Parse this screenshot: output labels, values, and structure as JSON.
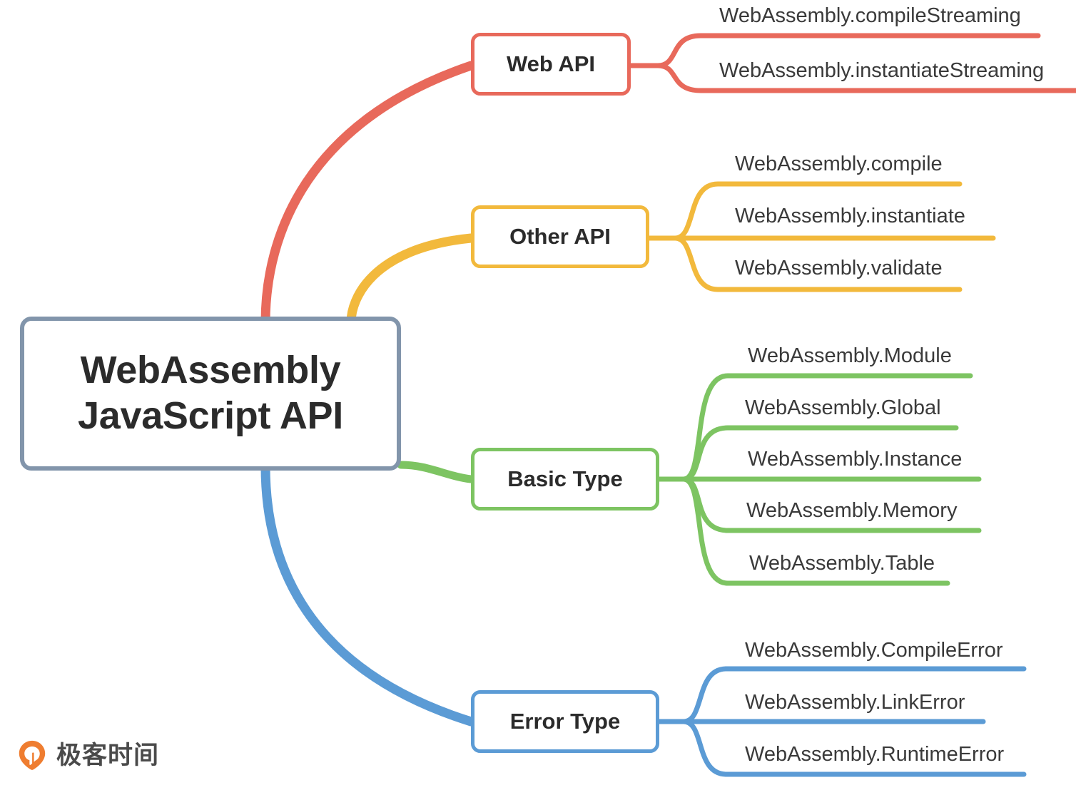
{
  "diagram": {
    "type": "mindmap",
    "root": {
      "label": "WebAssembly JavaScript API",
      "line1": "WebAssembly",
      "line2": "JavaScript API",
      "border_color": "#8295ab"
    },
    "branches": [
      {
        "label": "Web API",
        "color": "#e8695b",
        "leaves": [
          "WebAssembly.compileStreaming",
          "WebAssembly.instantiateStreaming"
        ]
      },
      {
        "label": "Other API",
        "color": "#f2b93c",
        "leaves": [
          "WebAssembly.compile",
          "WebAssembly.instantiate",
          "WebAssembly.validate"
        ]
      },
      {
        "label": "Basic Type",
        "color": "#7dc462",
        "leaves": [
          "WebAssembly.Module",
          "WebAssembly.Global",
          "WebAssembly.Instance",
          "WebAssembly.Memory",
          "WebAssembly.Table"
        ]
      },
      {
        "label": "Error Type",
        "color": "#5b9bd5",
        "leaves": [
          "WebAssembly.CompileError",
          "WebAssembly.LinkError",
          "WebAssembly.RuntimeError"
        ]
      }
    ]
  },
  "logo": {
    "text": "极客时间",
    "mark_color": "#ef7d30",
    "icon": "location-pin-icon"
  }
}
